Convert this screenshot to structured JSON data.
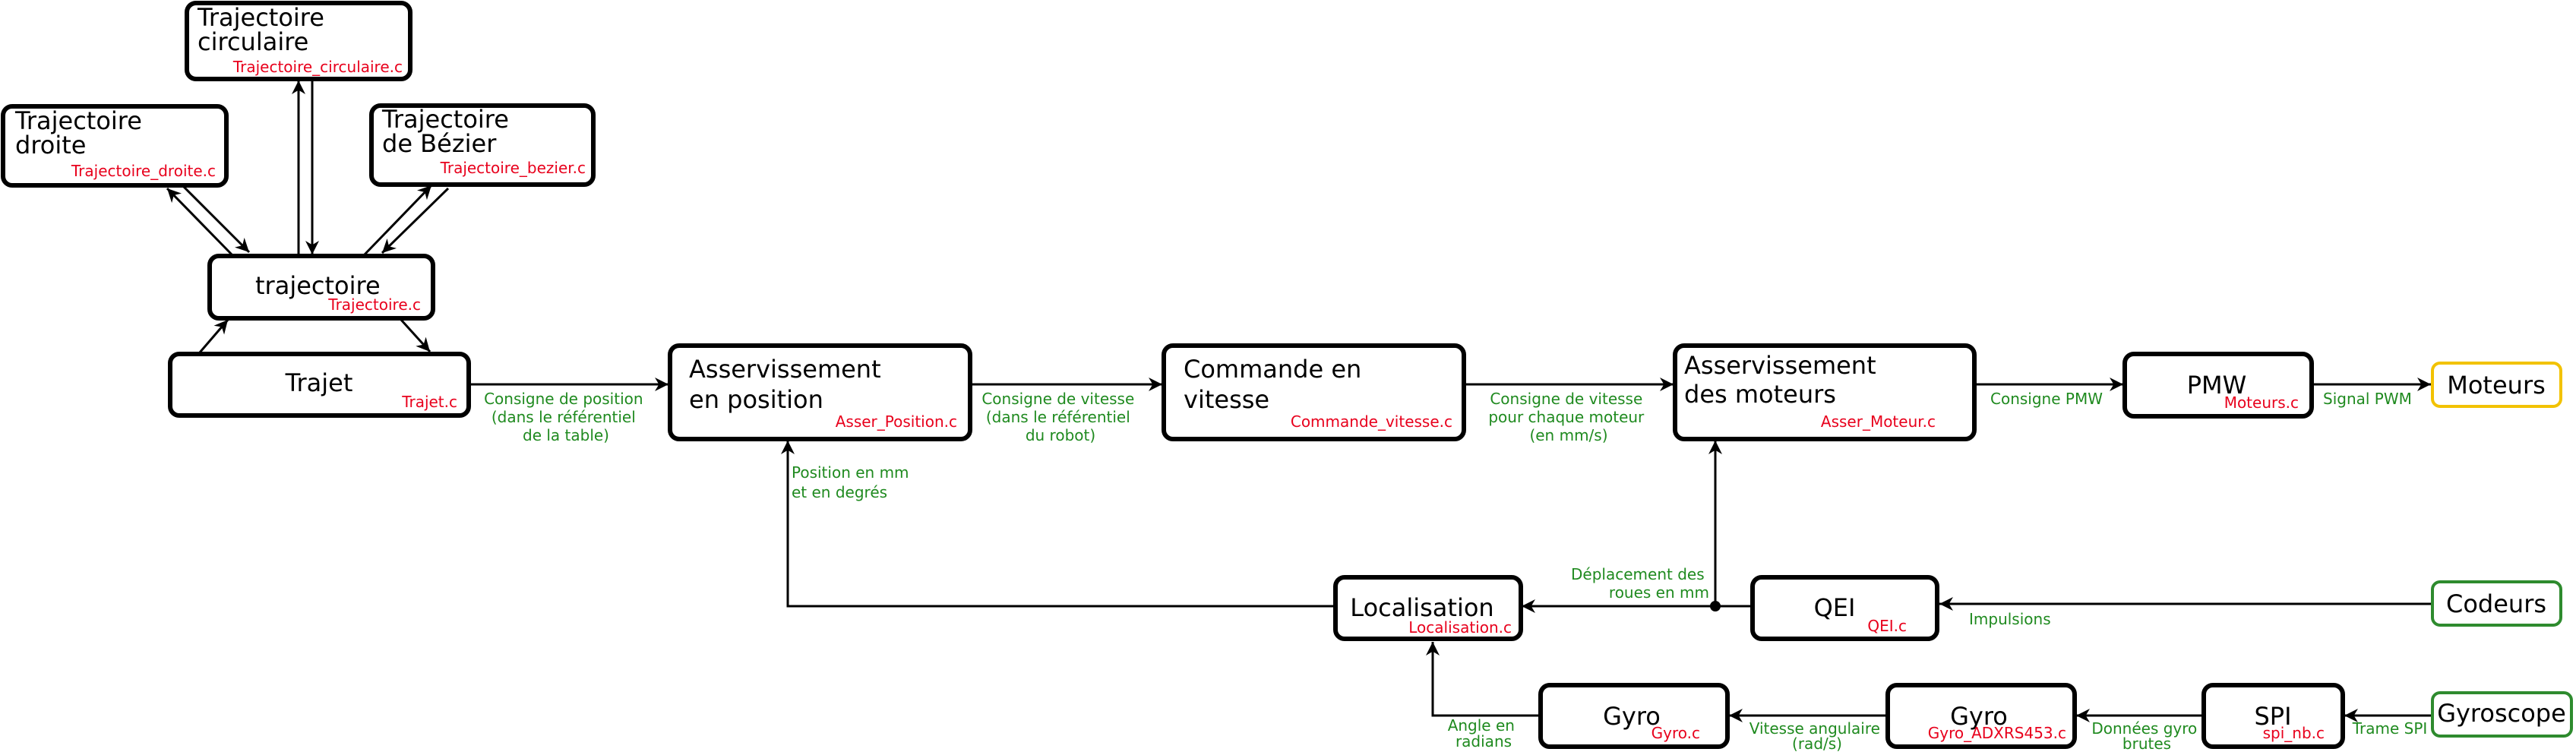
{
  "nodes": {
    "traj_circ": {
      "title": [
        "Trajectoire",
        "circulaire"
      ],
      "file": "Trajectoire_circulaire.c"
    },
    "traj_droite": {
      "title": [
        "Trajectoire",
        "droite"
      ],
      "file": "Trajectoire_droite.c"
    },
    "traj_bezier": {
      "title": [
        "Trajectoire",
        "de Bézier"
      ],
      "file": "Trajectoire_bezier.c"
    },
    "trajectoire": {
      "title": [
        "trajectoire"
      ],
      "file": "Trajectoire.c"
    },
    "trajet": {
      "title": [
        "Trajet"
      ],
      "file": "Trajet.c"
    },
    "asser_pos": {
      "title": [
        "Asservissement",
        "en position"
      ],
      "file": "Asser_Position.c"
    },
    "cmd_vitesse": {
      "title": [
        "Commande en",
        "vitesse"
      ],
      "file": "Commande_vitesse.c"
    },
    "asser_mot": {
      "title": [
        "Asservissement",
        "des moteurs"
      ],
      "file": "Asser_Moteur.c"
    },
    "pmw": {
      "title": [
        "PMW"
      ],
      "file": "Moteurs.c"
    },
    "moteurs": {
      "title": [
        "Moteurs"
      ],
      "file": ""
    },
    "localisation": {
      "title": [
        "Localisation"
      ],
      "file": "Localisation.c"
    },
    "qei": {
      "title": [
        "QEI"
      ],
      "file": "QEI.c"
    },
    "codeurs": {
      "title": [
        "Codeurs"
      ],
      "file": ""
    },
    "gyro": {
      "title": [
        "Gyro"
      ],
      "file": "Gyro.c"
    },
    "gyro_adx": {
      "title": [
        "Gyro"
      ],
      "file": "Gyro_ADXRS453.c"
    },
    "spi": {
      "title": [
        "SPI"
      ],
      "file": "spi_nb.c"
    },
    "gyroscope": {
      "title": [
        "Gyroscope"
      ],
      "file": ""
    }
  },
  "edge_labels": {
    "consigne_position": [
      "Consigne de position",
      "(dans le référentiel",
      "de la table)"
    ],
    "consigne_vitesse_robot": [
      "Consigne de vitesse",
      "(dans le référentiel",
      "du robot)"
    ],
    "consigne_vitesse_moteur": [
      "Consigne de vitesse",
      "pour chaque moteur",
      "(en mm/s)"
    ],
    "consigne_pmw": [
      "Consigne PMW"
    ],
    "signal_pwm": [
      "Signal PWM"
    ],
    "position_mm": [
      "Position en mm",
      "et en degrés"
    ],
    "deplacement": [
      "Déplacement des",
      "roues en mm"
    ],
    "impulsions": [
      "Impulsions"
    ],
    "angle": [
      "Angle en",
      "radians"
    ],
    "vitesse_angulaire": [
      "Vitesse angulaire",
      "(rad/s)"
    ],
    "donnees_gyro": [
      "Données gyro",
      "brutes"
    ],
    "trame_spi": [
      "Trame SPI"
    ]
  }
}
